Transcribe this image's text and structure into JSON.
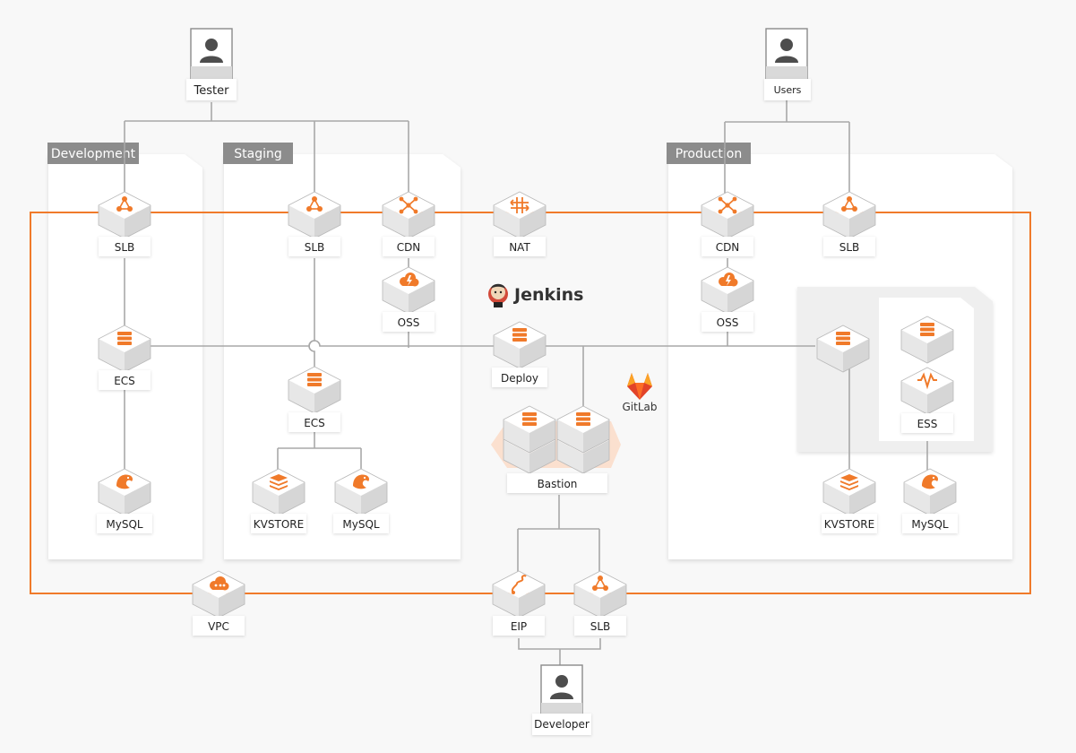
{
  "zones": {
    "development": "Development",
    "staging": "Staging",
    "production": "Production"
  },
  "people": {
    "tester": "Tester",
    "users": "Users",
    "developer": "Developer"
  },
  "nodes": {
    "dev_slb": "SLB",
    "dev_ecs": "ECS",
    "dev_mysql": "MySQL",
    "stg_slb": "SLB",
    "stg_cdn": "CDN",
    "stg_oss": "OSS",
    "stg_ecs": "ECS",
    "stg_kvstore": "KVSTORE",
    "stg_mysql": "MySQL",
    "nat": "NAT",
    "deploy": "Deploy",
    "bastion": "Bastion",
    "prod_cdn": "CDN",
    "prod_oss": "OSS",
    "prod_slb": "SLB",
    "ess": "ESS",
    "prod_kvstore": "KVSTORE",
    "prod_mysql": "MySQL",
    "vpc": "VPC",
    "eip": "EIP",
    "edge_slb": "SLB"
  },
  "tools": {
    "jenkins": "Jenkins",
    "gitlab": "GitLab"
  },
  "colors": {
    "accent": "#f07a2a",
    "line": "#a8a8a8",
    "zone_tab": "#8c8c8c",
    "panel": "#ffffff",
    "background": "#f8f8f8"
  }
}
